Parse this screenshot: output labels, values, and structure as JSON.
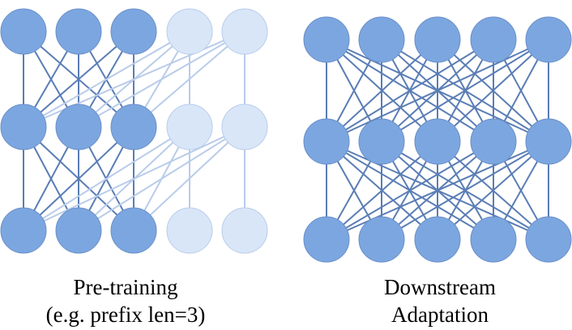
{
  "colors": {
    "active_node": "#7BA6E0",
    "active_edge": "#5A7DB5",
    "prefix_node": "#D8E6F8",
    "prefix_edge": "#B9CCEA",
    "node_stroke": "#6B8FC8"
  },
  "pretraining": {
    "caption_line1": "Pre-training",
    "caption_line2": "(e.g. prefix len=3)",
    "layers": 3,
    "nodes_per_layer": 5,
    "active_nodes": 3,
    "prefix_nodes": 2
  },
  "downstream": {
    "caption_line1": "Downstream",
    "caption_line2": "Adaptation",
    "layers": 3,
    "nodes_per_layer": 5
  }
}
